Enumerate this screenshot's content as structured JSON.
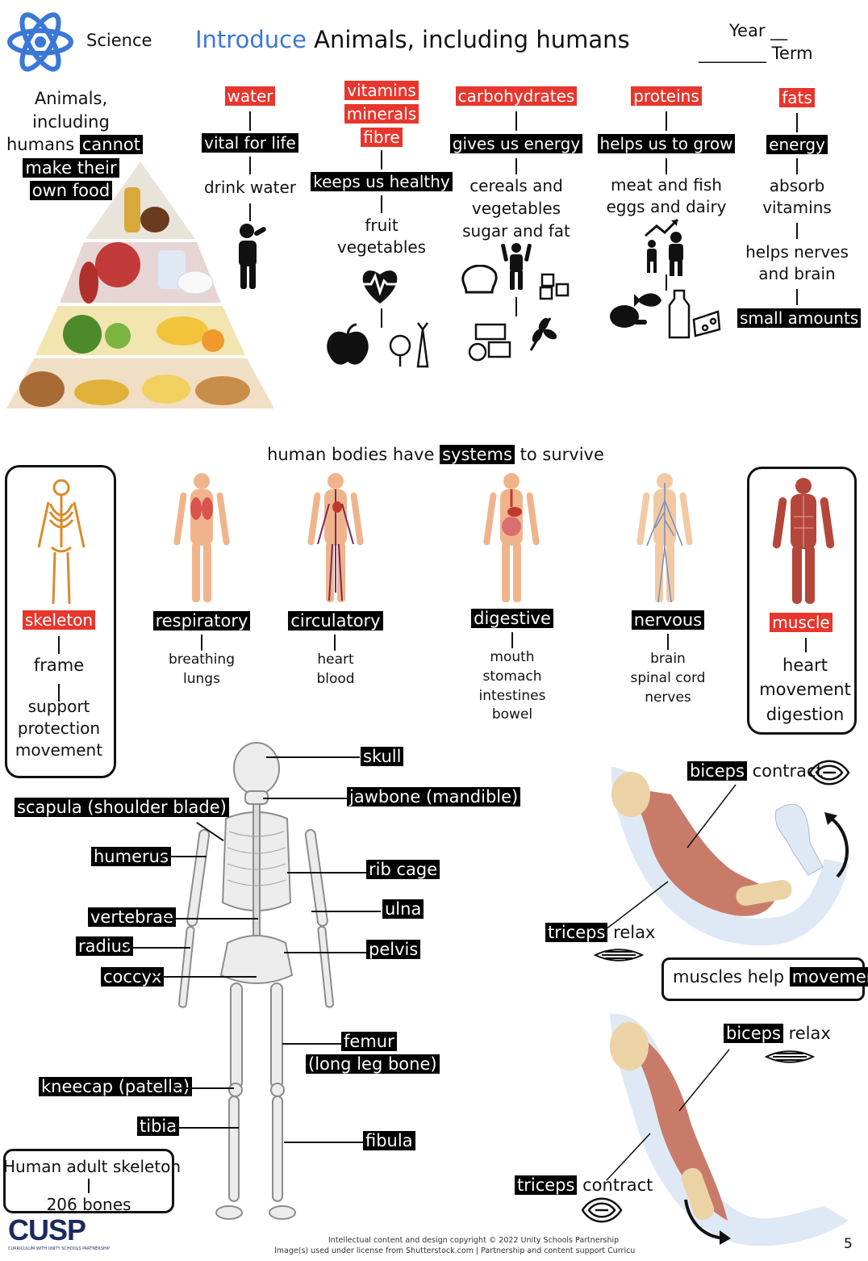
{
  "header": {
    "subject": "Science",
    "title_highlight": "Introduce",
    "title": "Animals, including humans",
    "year_label": "Year __",
    "term_label": "________ Term",
    "accent_color": "#3a78d6"
  },
  "nutrition": {
    "intro": [
      "Animals,",
      "including",
      "humans",
      "cannot",
      "make their",
      "own food"
    ],
    "columns": [
      {
        "nutrient": [
          "water"
        ],
        "role": "vital for life",
        "sources": [
          "drink water"
        ]
      },
      {
        "nutrient": [
          "vitamins",
          "minerals",
          "fibre"
        ],
        "role": "keeps us healthy",
        "sources": [
          "fruit",
          "vegetables"
        ]
      },
      {
        "nutrient": [
          "carbohydrates"
        ],
        "role": "gives us energy",
        "sources": [
          "cereals and",
          "vegetables",
          "sugar and fat"
        ]
      },
      {
        "nutrient": [
          "proteins"
        ],
        "role": "helps us to grow",
        "sources": [
          "meat and fish",
          "eggs and dairy"
        ]
      },
      {
        "nutrient": [
          "fats"
        ],
        "role": "energy",
        "sources": [
          "absorb",
          "vitamins"
        ],
        "extra": [
          "helps nerves",
          "and brain"
        ],
        "footer": "small amounts"
      }
    ]
  },
  "systems": {
    "heading_pre": "human bodies have",
    "heading_key": "systems",
    "heading_post": "to survive",
    "items": [
      {
        "name": "skeleton",
        "details": [
          "frame",
          "support",
          "protection",
          "movement"
        ]
      },
      {
        "name": "respiratory",
        "details": [
          "breathing",
          "lungs"
        ]
      },
      {
        "name": "circulatory",
        "details": [
          "heart",
          "blood"
        ]
      },
      {
        "name": "digestive",
        "details": [
          "mouth",
          "stomach",
          "intestines",
          "bowel"
        ]
      },
      {
        "name": "nervous",
        "details": [
          "brain",
          "spinal cord",
          "nerves"
        ]
      },
      {
        "name": "muscle",
        "details": [
          "heart",
          "movement",
          "digestion"
        ]
      }
    ]
  },
  "skeleton": {
    "labels_right": [
      "skull",
      "jawbone (mandible)",
      "rib cage",
      "ulna",
      "pelvis",
      "femur",
      "(long leg bone)",
      "fibula"
    ],
    "labels_left": [
      "scapula (shoulder blade)",
      "humerus",
      "vertebrae",
      "radius",
      "coccyx",
      "kneecap (patella)",
      "tibia"
    ],
    "summary": [
      "Human adult skeleton",
      "206 bones"
    ]
  },
  "muscles": {
    "top": {
      "muscle1": "biceps",
      "action1": "contract",
      "muscle2": "triceps",
      "action2": "relax"
    },
    "caption_pre": "muscles help",
    "caption_key": "movement",
    "bottom": {
      "muscle1": "biceps",
      "action1": "relax",
      "muscle2": "triceps",
      "action2": "contract"
    }
  },
  "footer": {
    "logo": "CUSP",
    "logo_sub": "CURRICULUM WITH UNITY SCHOOLS PARTNERSHIP",
    "copyright": "Intellectual content and design copyright © 2022 Unity Schools Partnership",
    "license": "Image(s) used under license from Shutterstock.com  | Partnership and content support Curricu",
    "page_number": "5"
  }
}
